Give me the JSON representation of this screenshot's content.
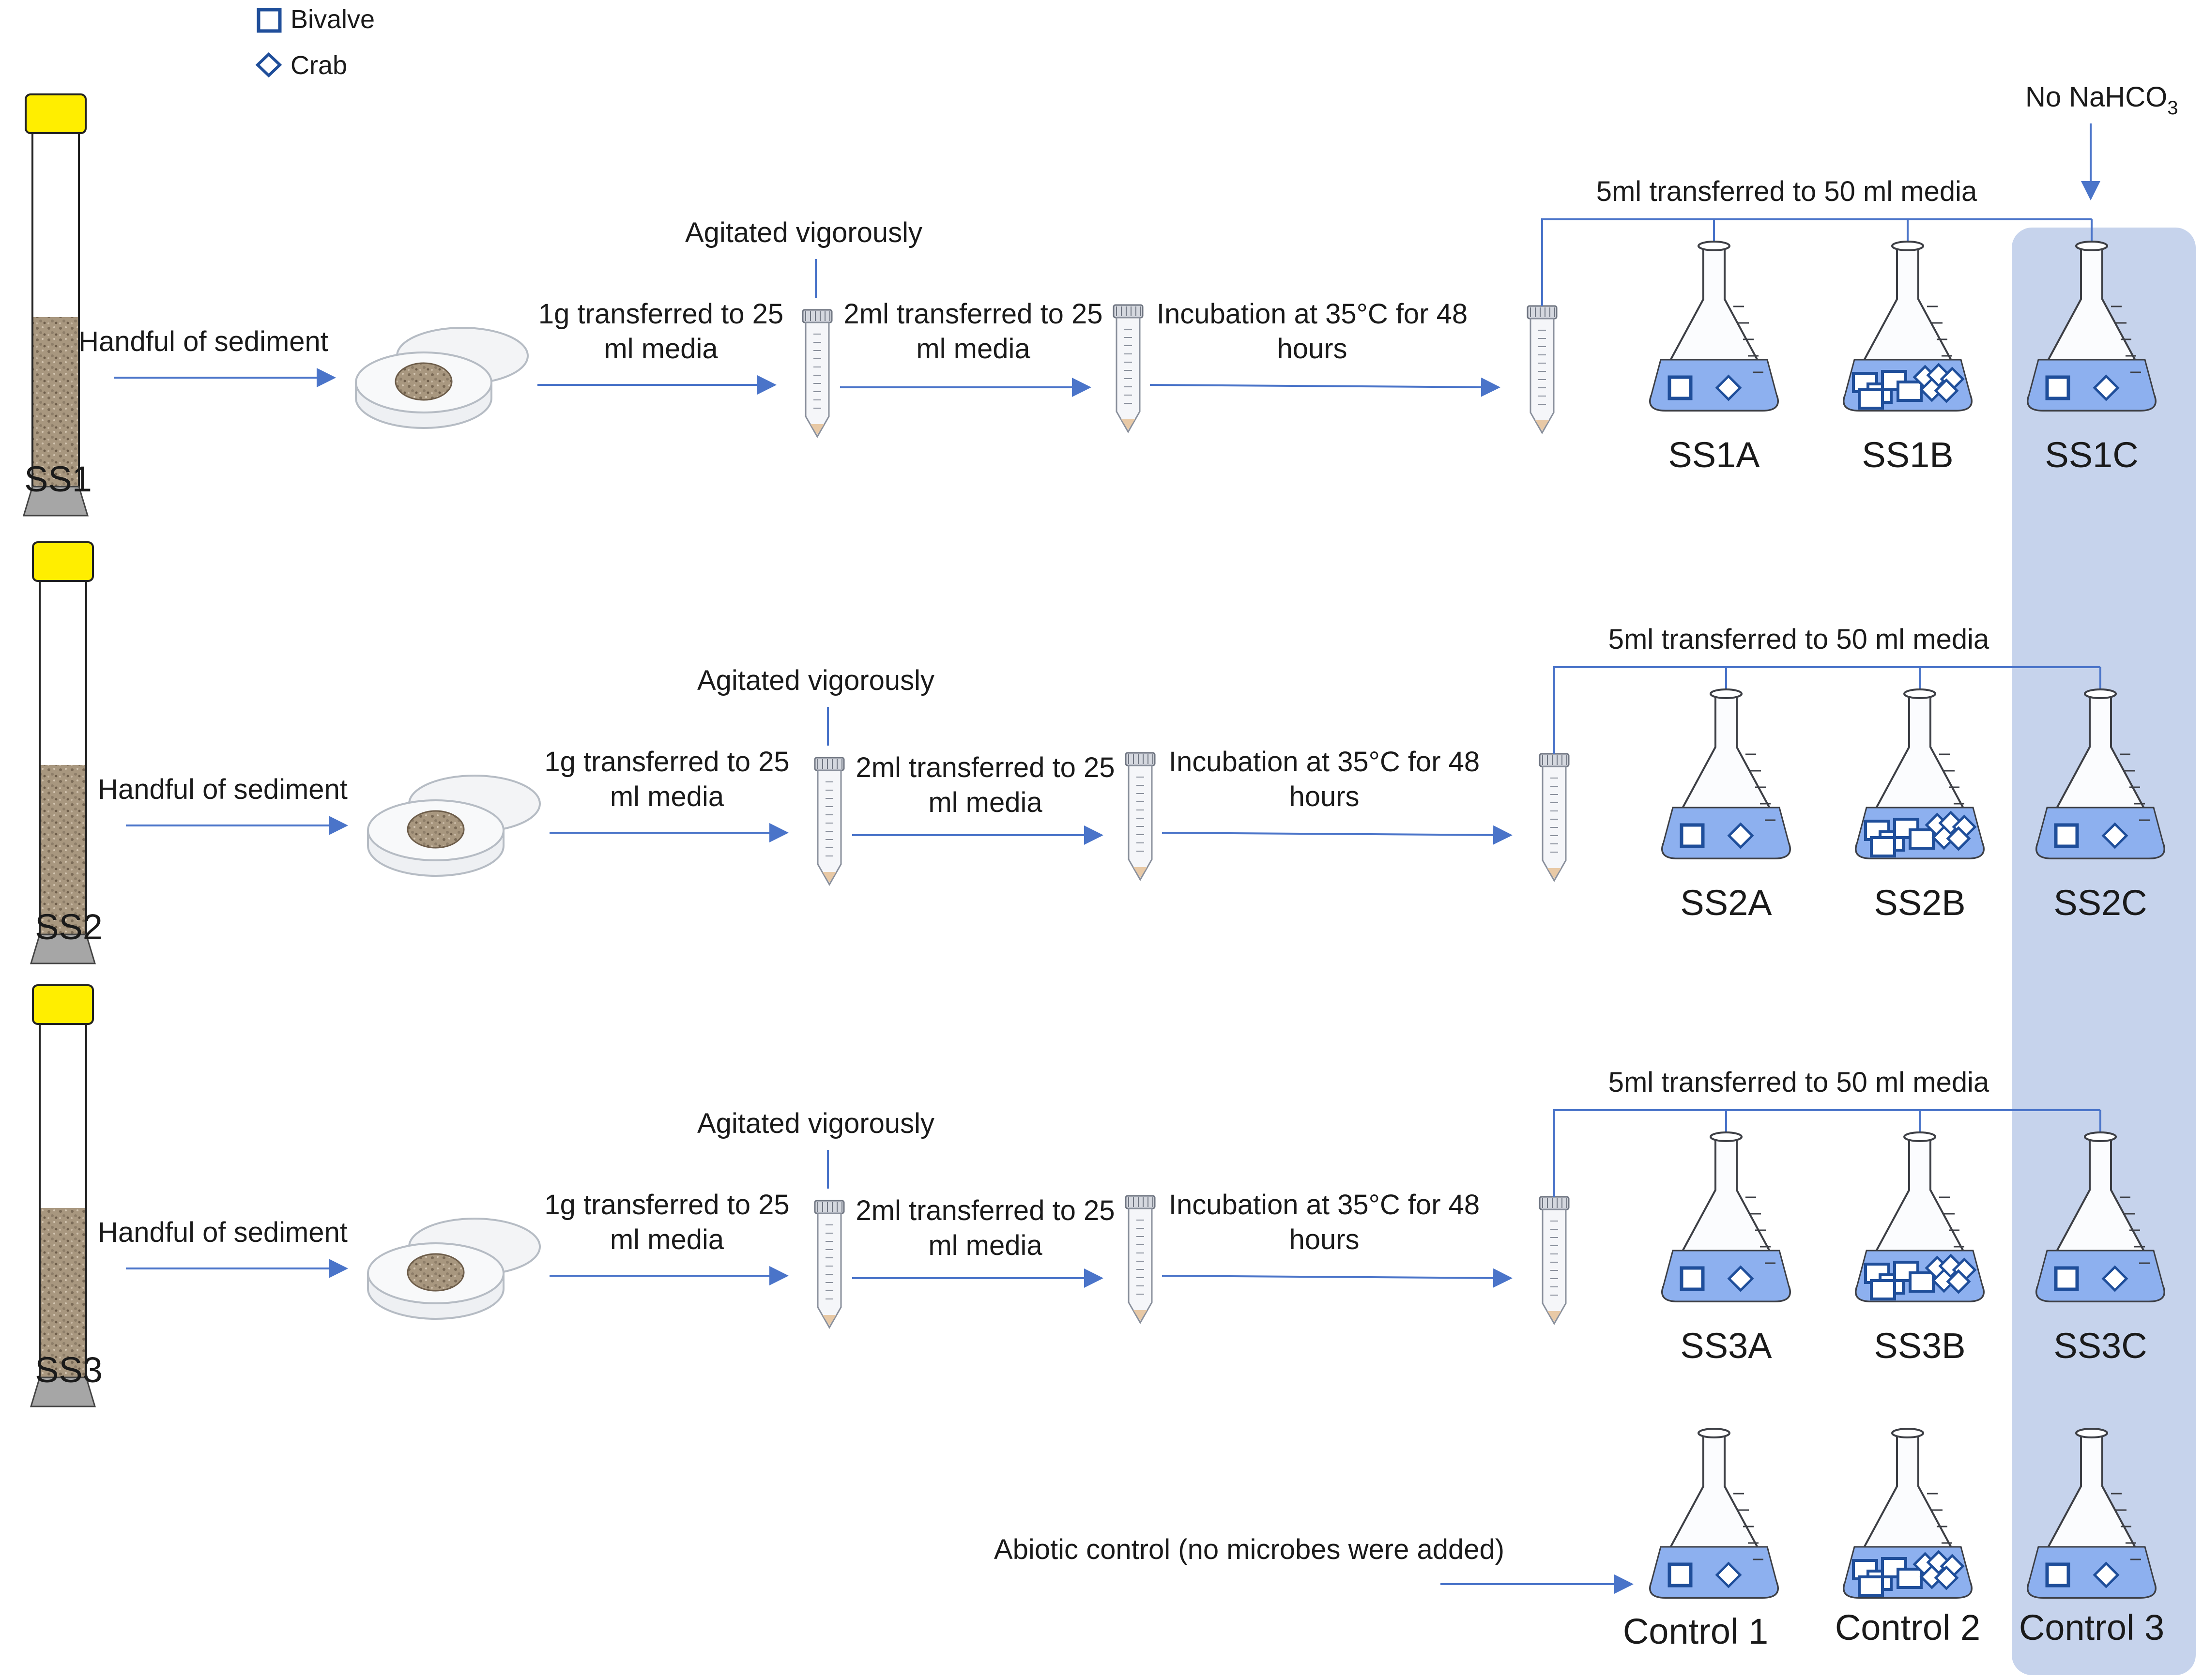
{
  "legend": {
    "bivalve": "Bivalve",
    "crab": "Crab"
  },
  "no_nahco3": {
    "prefix": "No NaHCO",
    "subscript": "3"
  },
  "colors": {
    "arrow": "#4a74c9",
    "media": "#8db0ef",
    "highlight": "#c6d3ec",
    "tube_cap": "#ffee00",
    "shell_stroke": "#1f4e9a"
  },
  "rows": [
    {
      "sample": "SS1",
      "sediment": "Handful of sediment",
      "agitated": "Agitated vigorously",
      "step1_line1": "1g transferred to 25",
      "step1_line2": "ml media",
      "step2_line1": "2ml transferred to 25",
      "step2_line2": "ml media",
      "incubation_line1": "Incubation at 35°C for 48",
      "incubation_line2": "hours",
      "transfer": "5ml transferred to 50 ml media",
      "flasks": [
        "SS1A",
        "SS1B",
        "SS1C"
      ]
    },
    {
      "sample": "SS2",
      "sediment": "Handful of sediment",
      "agitated": "Agitated vigorously",
      "step1_line1": "1g transferred to 25",
      "step1_line2": "ml media",
      "step2_line1": "2ml transferred to 25",
      "step2_line2": "ml media",
      "incubation_line1": "Incubation at 35°C for 48",
      "incubation_line2": "hours",
      "transfer": "5ml transferred to 50 ml media",
      "flasks": [
        "SS2A",
        "SS2B",
        "SS2C"
      ]
    },
    {
      "sample": "SS3",
      "sediment": "Handful of sediment",
      "agitated": "Agitated vigorously",
      "step1_line1": "1g transferred to 25",
      "step1_line2": "ml media",
      "step2_line1": "2ml transferred to 25",
      "step2_line2": "ml media",
      "incubation_line1": "Incubation at 35°C for 48",
      "incubation_line2": "hours",
      "transfer": "5ml transferred to 50 ml media",
      "flasks": [
        "SS3A",
        "SS3B",
        "SS3C"
      ]
    }
  ],
  "controls": {
    "label": "Abiotic control (no microbes were added)",
    "flasks": [
      "Control 1",
      "Control 2",
      "Control 3"
    ]
  }
}
